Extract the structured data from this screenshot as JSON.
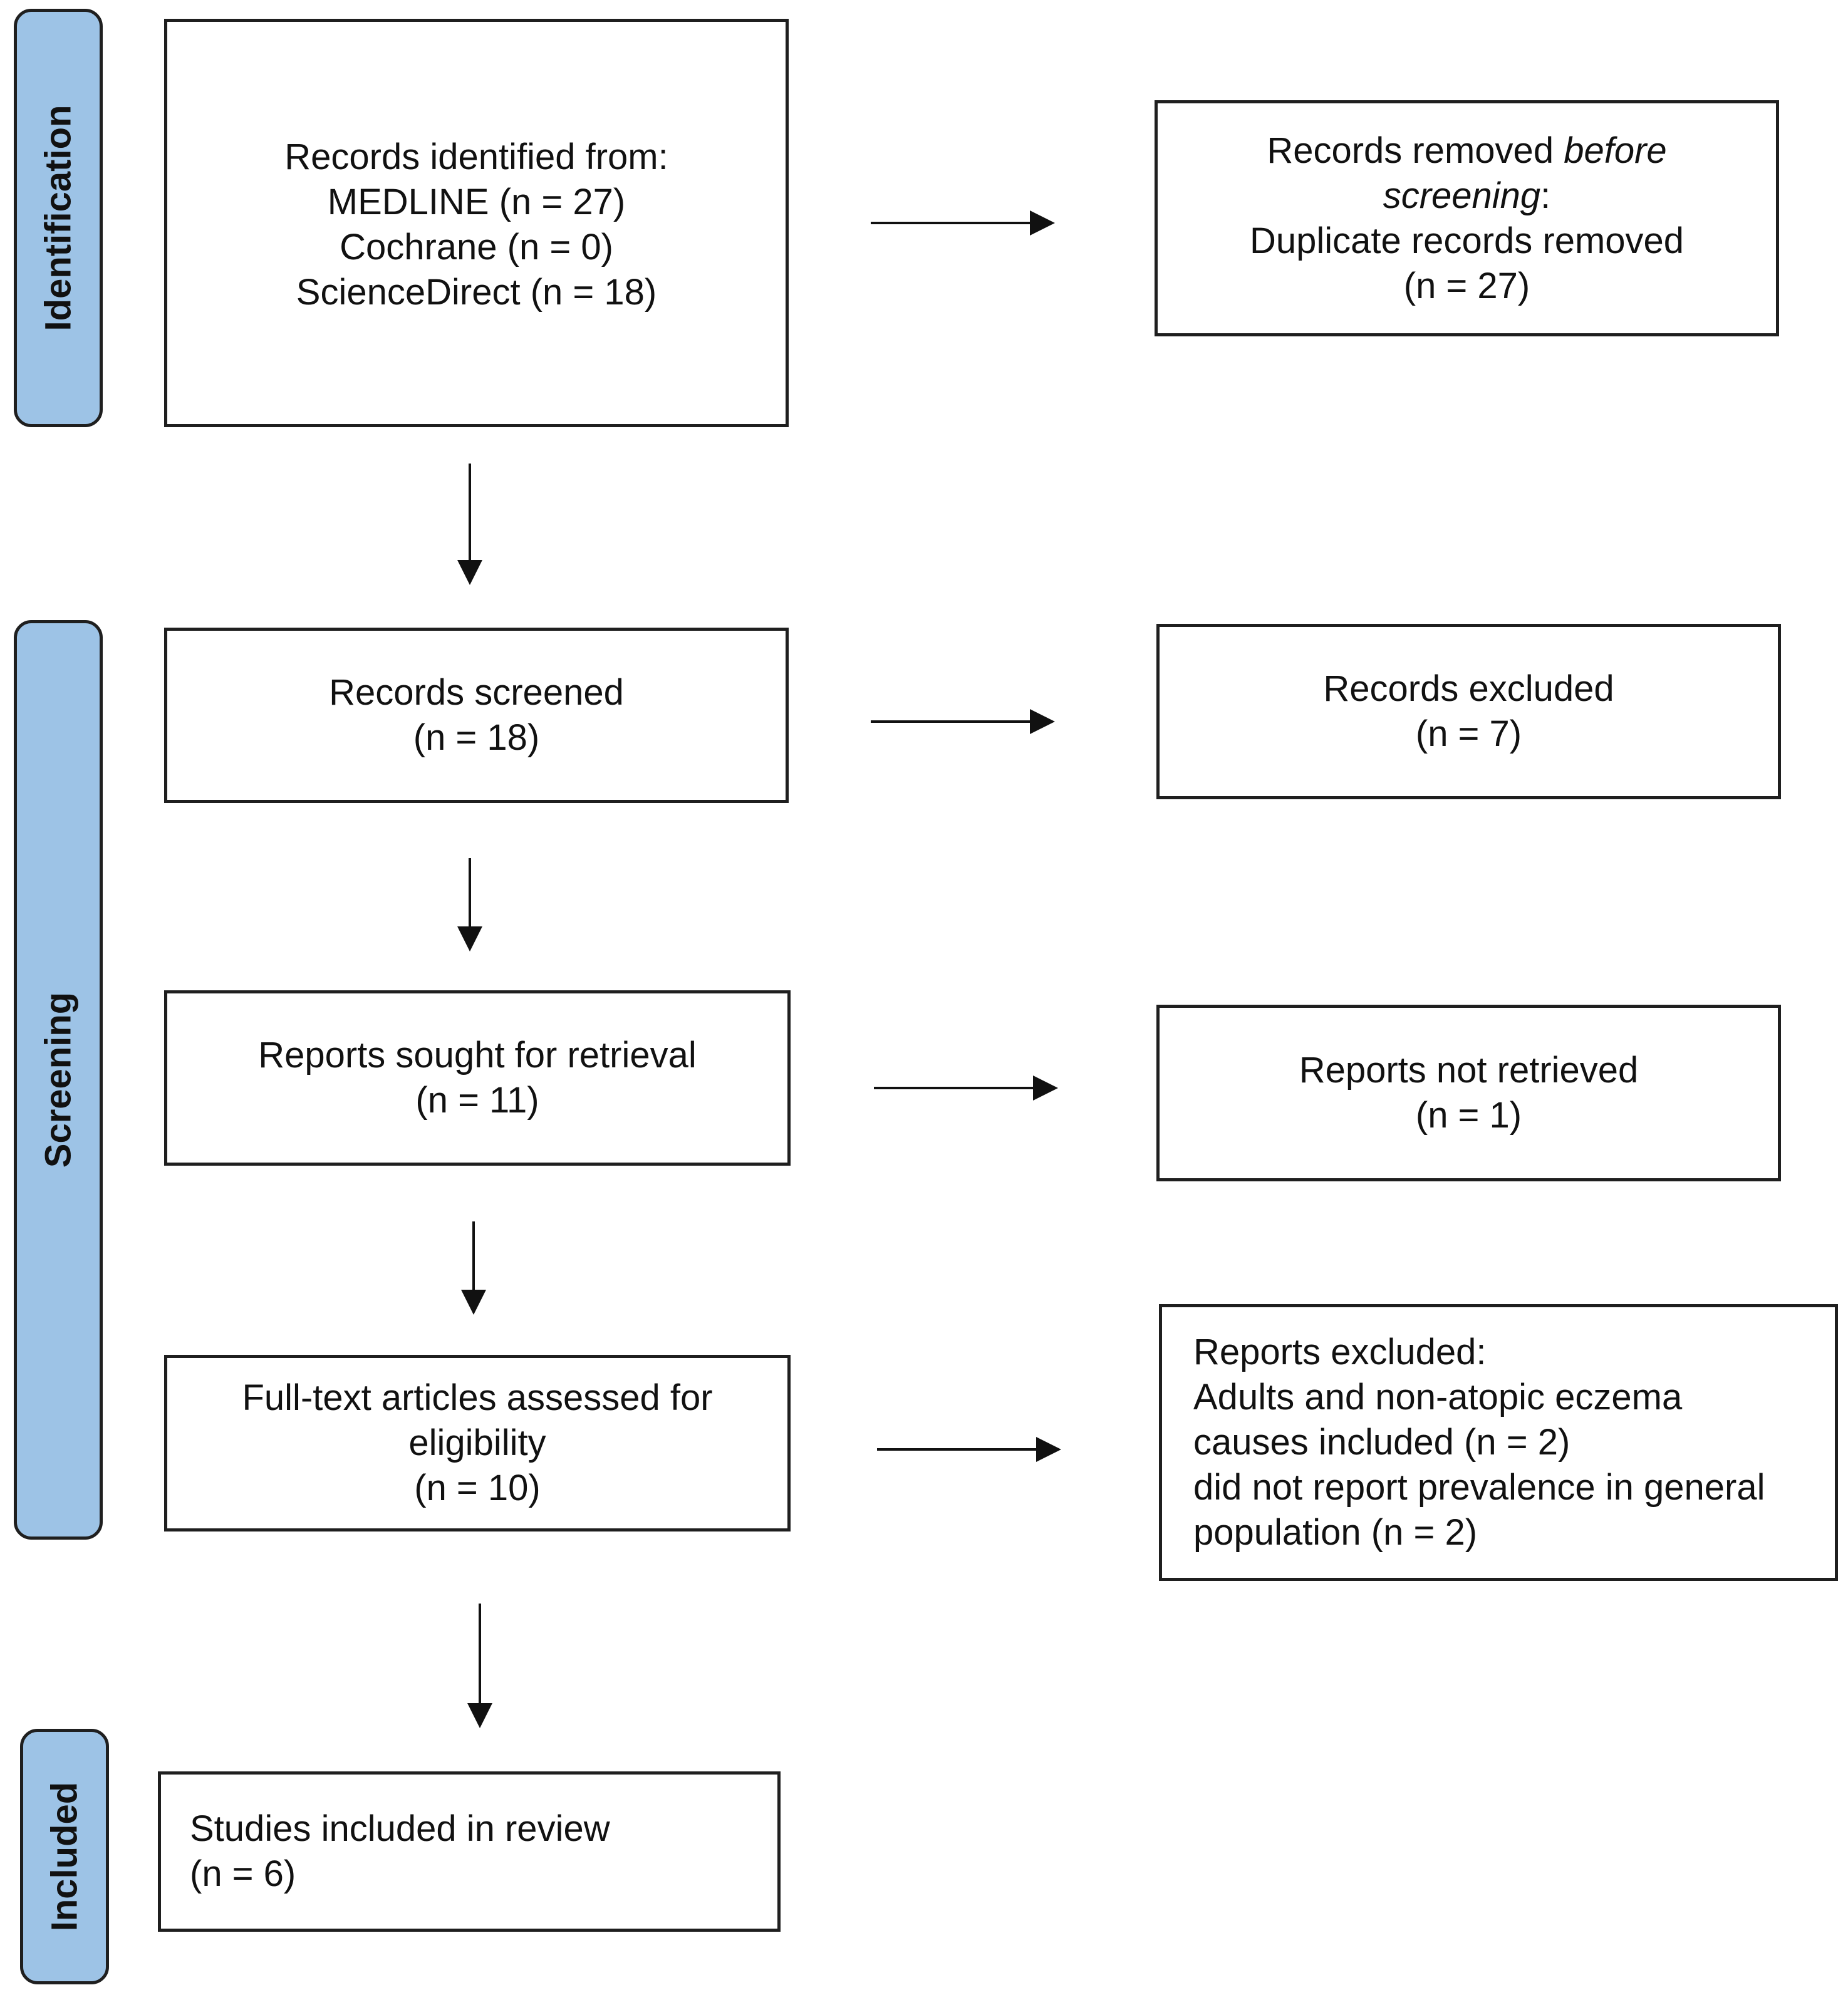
{
  "phases": {
    "identification": "Identification",
    "screening": "Screening",
    "included": "Included"
  },
  "boxes": {
    "identified": {
      "heading": "Records identified from:",
      "medline": "MEDLINE (n = 27)",
      "cochrane": "Cochrane (n = 0)",
      "sciencedirect": "ScienceDirect (n = 18)"
    },
    "removed": {
      "label_prefix": "Records removed ",
      "label_italic_1": "before",
      "label_italic_2": "screening",
      "label_suffix": ":",
      "reason": "Duplicate records removed",
      "count": "(n = 27)"
    },
    "screened": {
      "label": "Records screened",
      "count": "(n = 18)"
    },
    "excluded": {
      "label": "Records excluded",
      "count": "(n = 7)"
    },
    "sought": {
      "label": "Reports sought for retrieval",
      "count": "(n = 11)"
    },
    "not_retrieved": {
      "label": "Reports not retrieved",
      "count": "(n = 1)"
    },
    "assessed": {
      "line1": "Full-text articles assessed for",
      "line2": "eligibility",
      "count": "(n = 10)"
    },
    "reports_excluded": {
      "heading": "Reports excluded:",
      "reason1_line1": "Adults and non-atopic eczema",
      "reason1_line2": "causes included (n = 2)",
      "reason2_line1": "did not report prevalence in general",
      "reason2_line2": "population (n = 2)"
    },
    "included": {
      "label": "Studies included in review",
      "count": "(n = 6)"
    }
  }
}
